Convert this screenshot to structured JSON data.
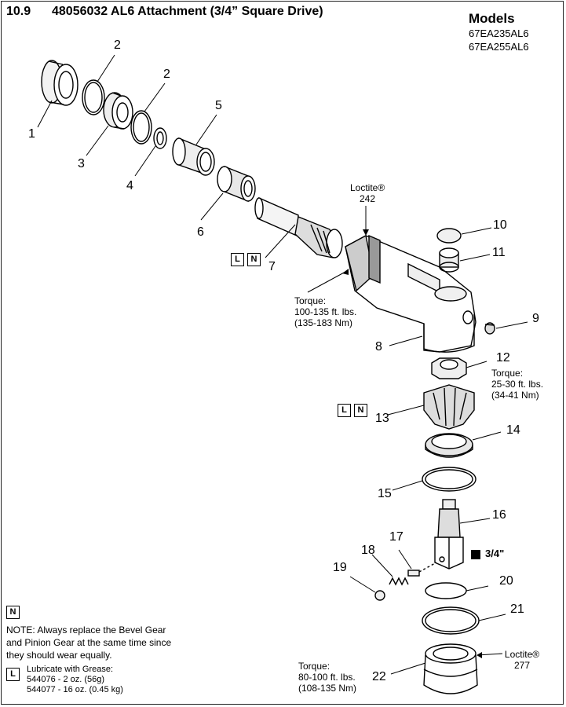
{
  "header": {
    "section": "10.9",
    "title": "48056032 AL6 Attachment (3/4” Square Drive)"
  },
  "models": {
    "title": "Models",
    "items": [
      "67EA235AL6",
      "67EA255AL6"
    ]
  },
  "callouts": [
    "1",
    "2",
    "3",
    "2",
    "4",
    "5",
    "6",
    "7",
    "8",
    "9",
    "10",
    "11",
    "12",
    "13",
    "14",
    "15",
    "16",
    "17",
    "18",
    "19",
    "20",
    "21",
    "22"
  ],
  "badges": {
    "lubricate": "L",
    "replace": "N"
  },
  "loctite_top": {
    "line1": "Loctite®",
    "line2": "242"
  },
  "loctite_bottom": {
    "line1": "Loctite®",
    "line2": "277"
  },
  "torque_8": {
    "line1": "Torque:",
    "line2": "100-135 ft. lbs.",
    "line3": "(135-183 Nm)"
  },
  "torque_12": {
    "line1": "Torque:",
    "line2": "25-30 ft. lbs.",
    "line3": "(34-41 Nm)"
  },
  "torque_22": {
    "line1": "Torque:",
    "line2": "80-100 ft. lbs.",
    "line3": "(108-135 Nm)"
  },
  "drive_label": "3/4\"",
  "note": {
    "line1": "NOTE: Always replace the Bevel Gear",
    "line2": "and Pinion Gear at the same time since",
    "line3": "they should wear equally."
  },
  "lubricate": {
    "line1": "Lubricate with Grease:",
    "line2": "544076 - 2 oz. (56g)",
    "line3": "544077 - 16 oz. (0.45 kg)"
  }
}
